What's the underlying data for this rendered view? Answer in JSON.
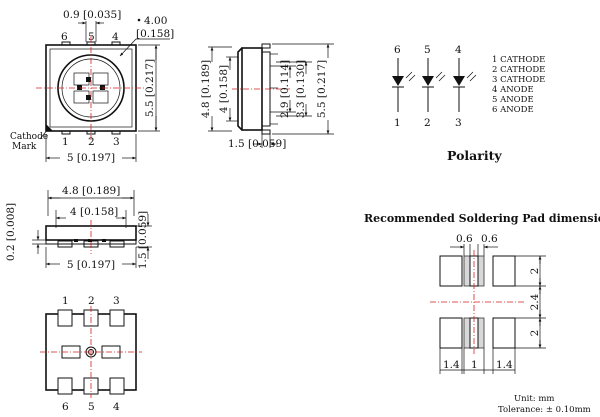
{
  "top_view": {
    "dim_top": "0.9 [0.035]",
    "dim_dia_value": "4.00",
    "dim_dia_inch": "[0.158]",
    "dim_right": "5.5 [0.217]",
    "dim_bottom": "5 [0.197]",
    "pins_top": [
      "6",
      "5",
      "4"
    ],
    "pins_bottom": [
      "1",
      "2",
      "3"
    ],
    "cathode_mark": [
      "Cathode",
      "Mark"
    ]
  },
  "side_view": {
    "dim_left_a": "4.8 [0.189]",
    "dim_left_b": "4 [0.158]",
    "dim_right_a": "2.9 [0.114]",
    "dim_right_b": "3.3 [0.130]",
    "dim_right_c": "5.5 [0.217]",
    "dim_bottom": "1.5 [0.059]"
  },
  "polarity": {
    "top_numbers": [
      "6",
      "5",
      "4"
    ],
    "bottom_numbers": [
      "1",
      "2",
      "3"
    ],
    "legend": [
      "1 CATHODE",
      "2 CATHODE",
      "3 CATHODE",
      "4 ANODE",
      "5 ANODE",
      "6 ANODE"
    ],
    "title": "Polarity"
  },
  "front_view": {
    "dim_top_a": "4.8 [0.189]",
    "dim_top_b": "4 [0.158]",
    "dim_left": "0.2 [0.008]",
    "dim_right": "1.5 [0.059]",
    "dim_bottom": "5 [0.197]"
  },
  "bottom_view": {
    "pins_top": [
      "1",
      "2",
      "3"
    ],
    "pins_bottom": [
      "6",
      "5",
      "4"
    ]
  },
  "soldering_pad": {
    "title": "Recommended Soldering Pad dimensions",
    "dim_top_a": "0.6",
    "dim_top_b": "0.6",
    "dim_right_a": "2",
    "dim_right_b": "2.4",
    "dim_right_c": "2",
    "dim_bottom": [
      "1.4",
      "1",
      "1.4"
    ]
  },
  "notes": {
    "unit": "Unit: mm",
    "tolerance": "Tolerance: ± 0.10mm"
  }
}
